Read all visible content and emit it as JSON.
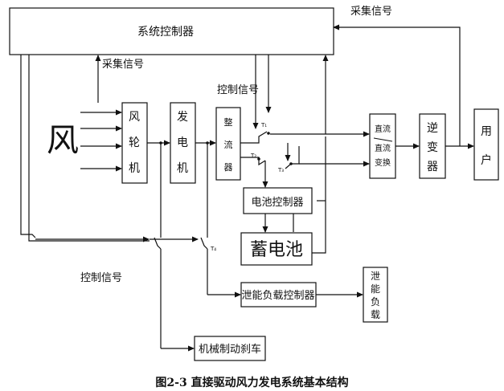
{
  "nodes": {
    "system_controller": "系统控制器",
    "wind": "风",
    "wind_turbine": [
      "风",
      "轮",
      "机"
    ],
    "generator": [
      "发",
      "电",
      "机"
    ],
    "rectifier": [
      "整",
      "流",
      "器"
    ],
    "dcdc": [
      "直流",
      "直流",
      "变换"
    ],
    "inverter": [
      "逆",
      "变",
      "器"
    ],
    "user": [
      "用",
      "户"
    ],
    "battery_controller": "电池控制器",
    "battery": "蓄电池",
    "dump_controller": "泄能负载控制器",
    "dump_load": [
      "泄",
      "能",
      "负",
      "载"
    ],
    "brake": "机械制动刹车"
  },
  "labels": {
    "collect_signal_top": "采集信号",
    "collect_signal_left": "采集信号",
    "control_signal_mid": "控制信号",
    "control_signal_bottom": "控制信号",
    "switch_t1": "T₁",
    "switch_t2": "T₂",
    "switch_t3": "T₃",
    "switch_t4": "T₄"
  },
  "caption": "图2-3 直接驱动风力发电系统基本结构"
}
